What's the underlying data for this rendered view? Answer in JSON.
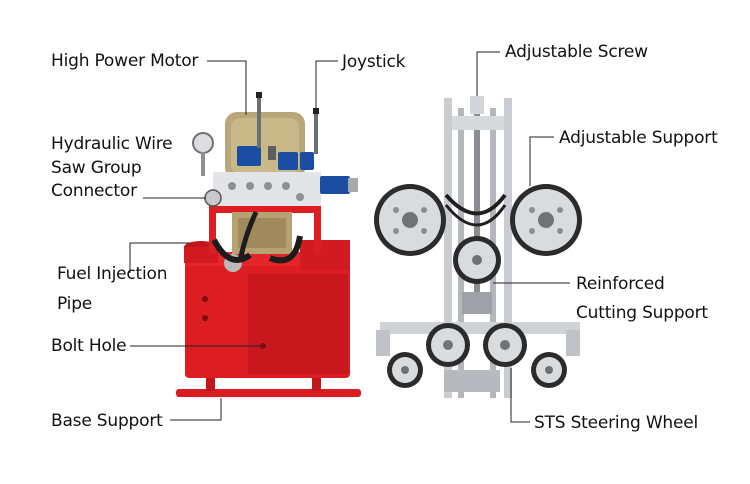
{
  "image": {
    "subject": "hydraulic wire saw machine with cutting frame",
    "background": "#ffffff"
  },
  "colors": {
    "body_red": "#dc1e23",
    "motor_gold": "#b9a77a",
    "valve_blue": "#1b4ea3",
    "steel": "#c9cdd2",
    "wheel_dark": "#2b2b2b",
    "label_line": "#222222"
  },
  "labels": {
    "high_power_motor": "High Power Motor",
    "joystick": "Joystick",
    "hydraulic_line1": "Hydraulic Wire",
    "hydraulic_line2": "Saw Group",
    "hydraulic_line3": "Connector",
    "fuel_line1": "Fuel Injection",
    "fuel_line2": "Pipe",
    "bolt_hole": "Bolt Hole",
    "base_support": "Base Support",
    "adjustable_screw": "Adjustable Screw",
    "adjustable_support": "Adjustable Support",
    "reinforced_line1": "Reinforced",
    "reinforced_line2": "Cutting Support",
    "sts_steering_wheel": "STS Steering Wheel"
  }
}
